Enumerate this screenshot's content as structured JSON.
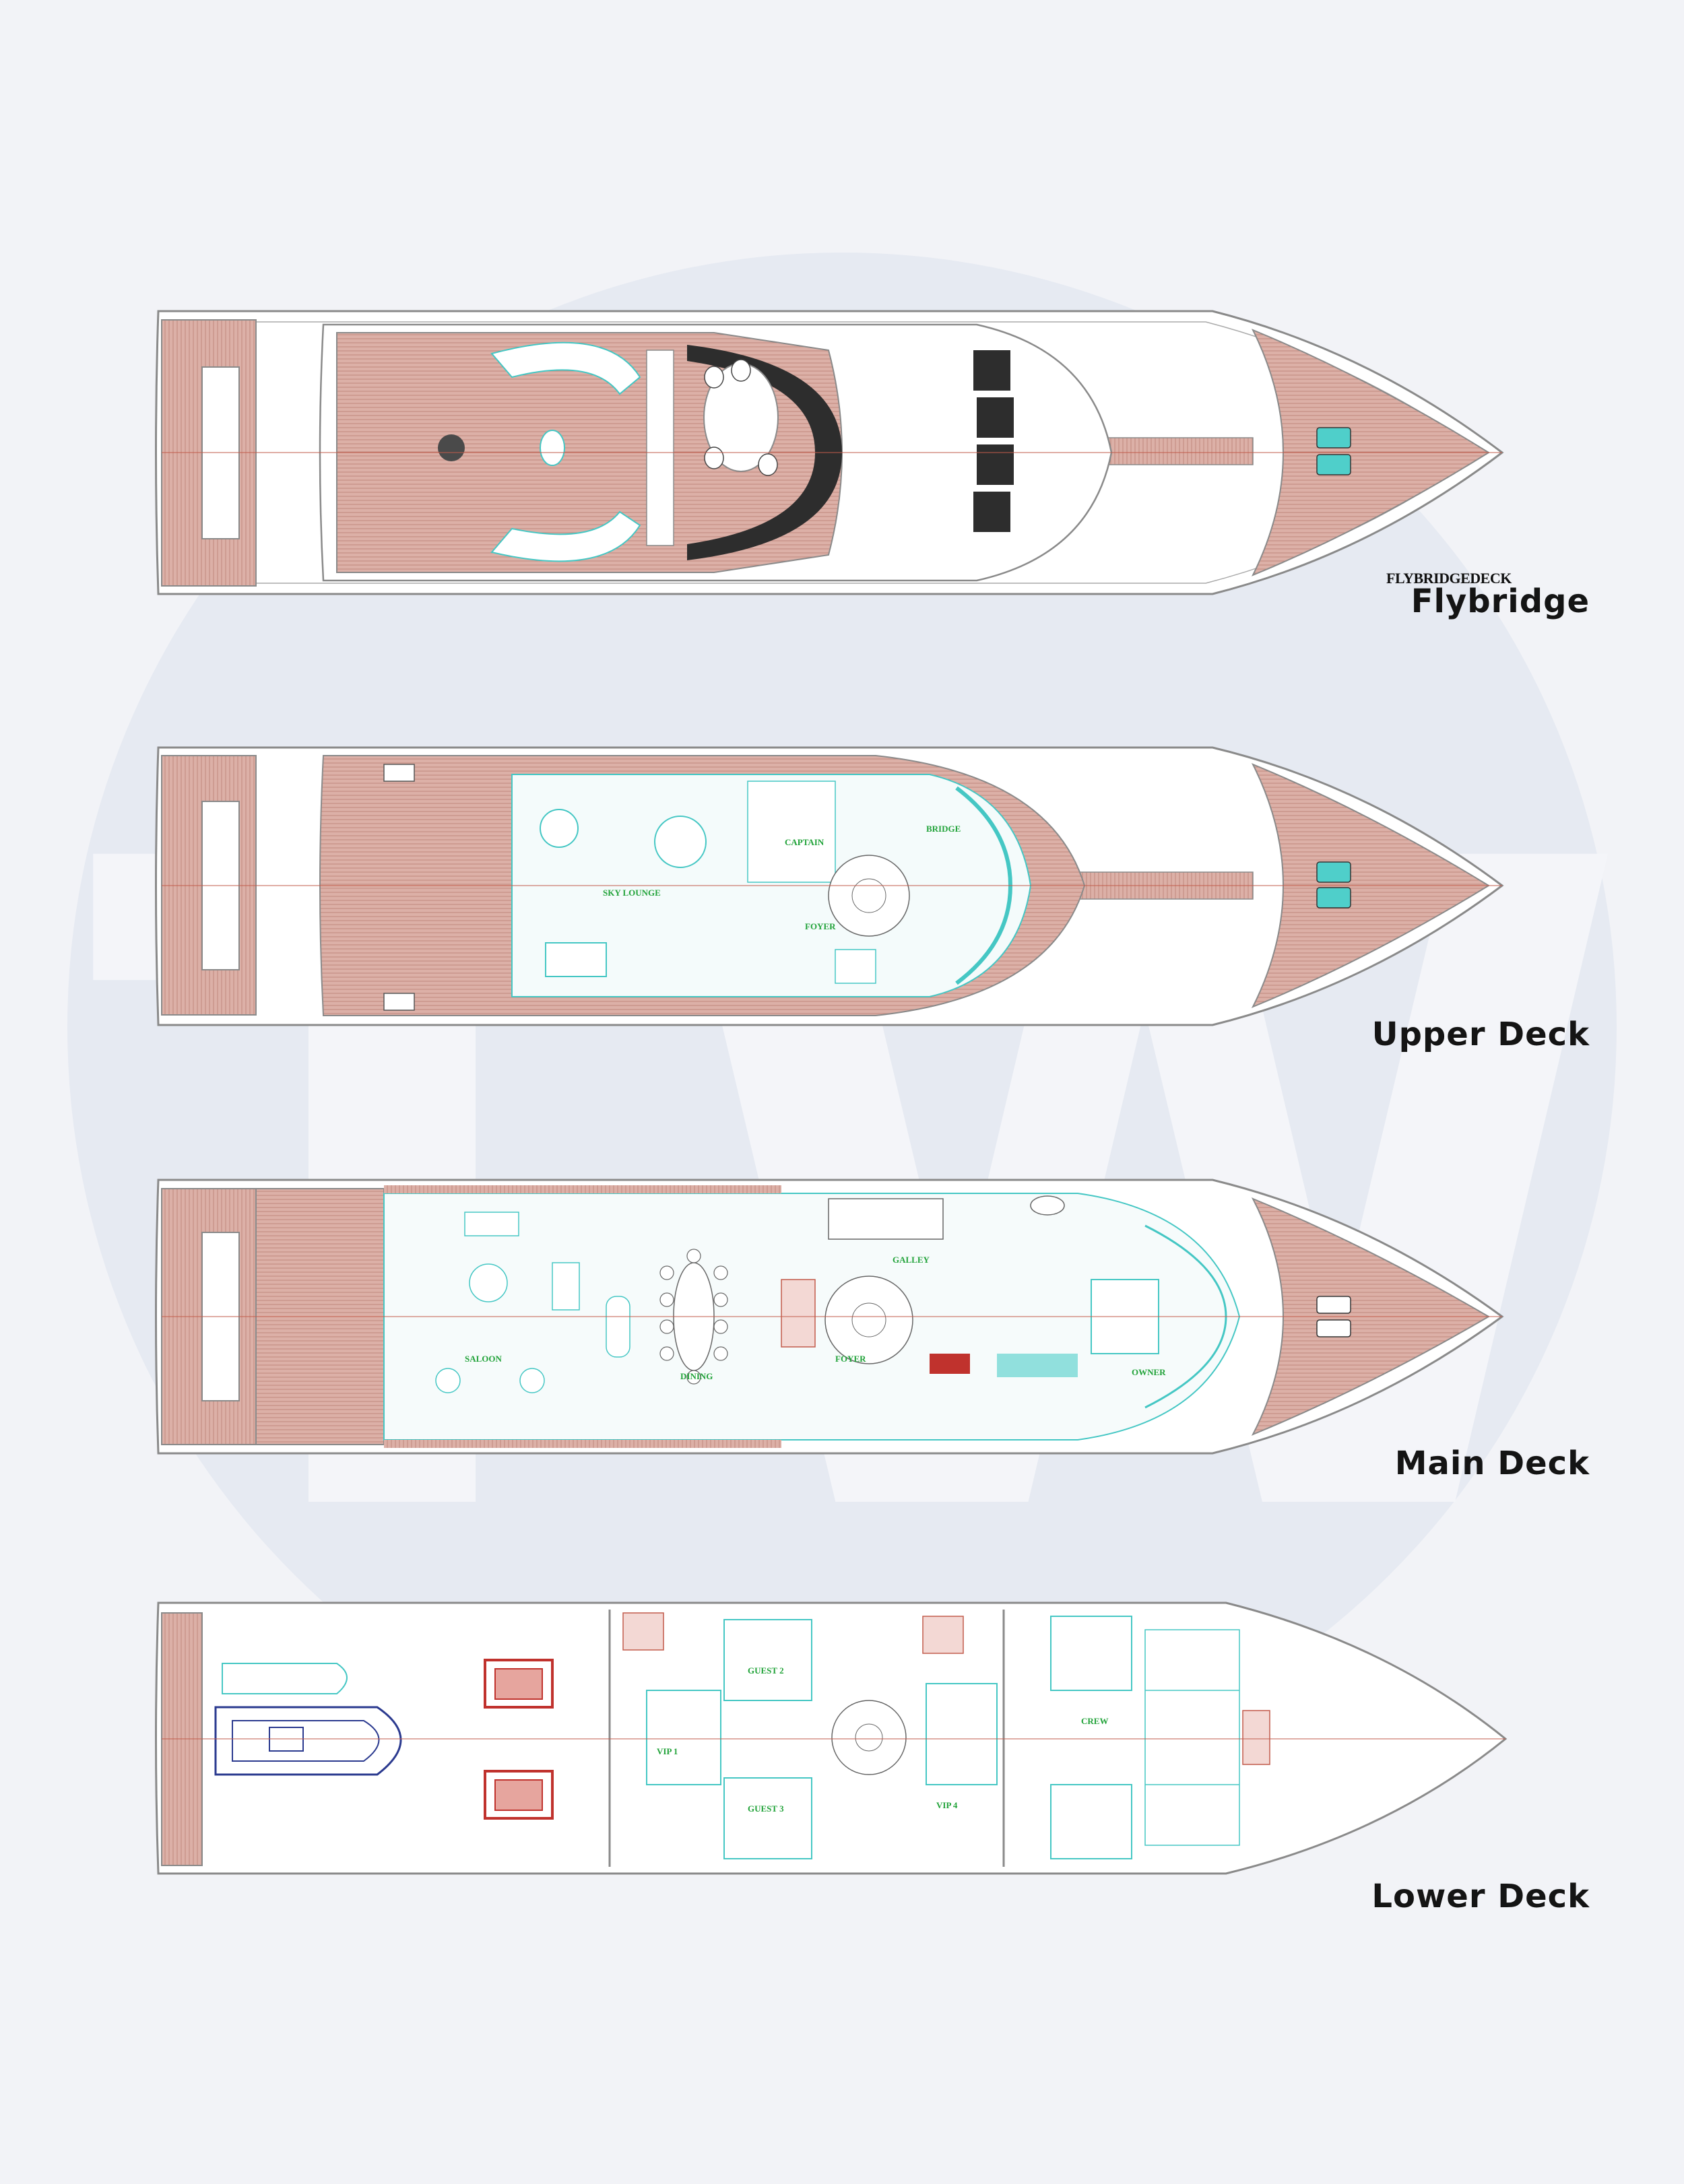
{
  "watermark": {
    "letters": "TW",
    "color": "#e4e8f0"
  },
  "drawing_title": "FLYBRIDGEDECK",
  "decks": [
    {
      "id": "flybridge",
      "label": "Flybridge",
      "rooms": []
    },
    {
      "id": "upper",
      "label": "Upper Deck",
      "rooms": [
        "SKY LOUNGE",
        "CAPTAIN",
        "BRIDGE",
        "FOYER"
      ]
    },
    {
      "id": "main",
      "label": "Main Deck",
      "rooms": [
        "SALOON",
        "DINING",
        "FOYER",
        "GALLEY",
        "OWNER"
      ]
    },
    {
      "id": "lower",
      "label": "Lower Deck",
      "rooms": [
        "VIP 1",
        "GUEST 2",
        "GUEST 3",
        "VIP 4",
        "CREW"
      ]
    }
  ],
  "colors": {
    "teak": "#d8a9a0",
    "teak_line": "#b97f74",
    "hull_line": "#8a8a8a",
    "interior": "#45c7c4",
    "engine": "#c0322d",
    "label": "#22a33a"
  }
}
